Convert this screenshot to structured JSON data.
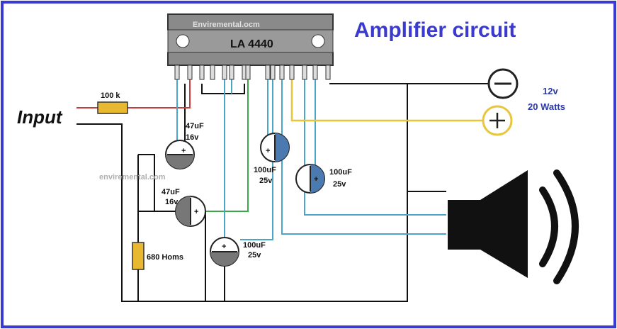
{
  "title": "Amplifier circuit",
  "chip": {
    "label": "LA 4440",
    "watermark": "Enviremental.ocm"
  },
  "watermark": "enviremental.com",
  "input_label": "Input",
  "power": {
    "minus": "−",
    "plus": "+",
    "voltage": "12v",
    "watts": "20 Watts"
  },
  "components": {
    "resistor_input": "100 k",
    "resistor_lower": "680 Homs",
    "cap1": {
      "value": "47uF",
      "voltage": "16v"
    },
    "cap2": {
      "value": "47uF",
      "voltage": "16v"
    },
    "cap3": {
      "value": "100uF",
      "voltage": "25v"
    },
    "cap4": {
      "value": "100uF",
      "voltage": "25v"
    },
    "cap5": {
      "value": "100uF",
      "voltage": "25v"
    }
  },
  "colors": {
    "border": "#3a3ad0",
    "title": "#3a3ad0",
    "wire_red": "#c83c3c",
    "wire_teal": "#4aa6c8",
    "wire_green": "#3aa84a",
    "wire_yellow": "#e8c53a",
    "resistor": "#e8b830",
    "power_text": "#2a3aa8"
  },
  "speaker_icon": "speaker-icon"
}
